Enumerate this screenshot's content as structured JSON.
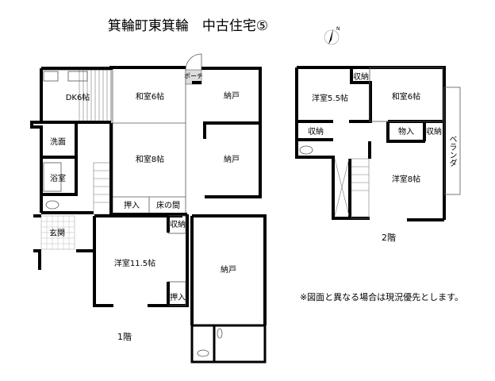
{
  "title": "箕輪町東箕輪　中古住宅⑤",
  "compass_label": "N",
  "note": "※図面と異なる場合は現況優先とします。",
  "floor1": {
    "label": "1階",
    "rooms": {
      "dk": "DK6帖",
      "washitsu6": "和室6帖",
      "nando_top": "納戸",
      "porch": "ポーチ",
      "senmen": "洗面",
      "washitsu8": "和室8帖",
      "nando_mid": "納戸",
      "bath": "浴室",
      "oshiire1": "押入",
      "tokonoma": "床の間",
      "genkan": "玄関",
      "shuno": "収納",
      "yoshitsu": "洋室11.5帖",
      "nando_bottom": "納戸",
      "oshiire2": "押入"
    }
  },
  "floor2": {
    "label": "2階",
    "rooms": {
      "yoshitsu55": "洋室5.5帖",
      "shuno_top": "収納",
      "washitsu6": "和室6帖",
      "shuno_left": "収納",
      "monoire": "物入",
      "shuno_right": "収納",
      "yoshitsu8": "洋室8帖",
      "veranda": "ベランダ"
    }
  }
}
